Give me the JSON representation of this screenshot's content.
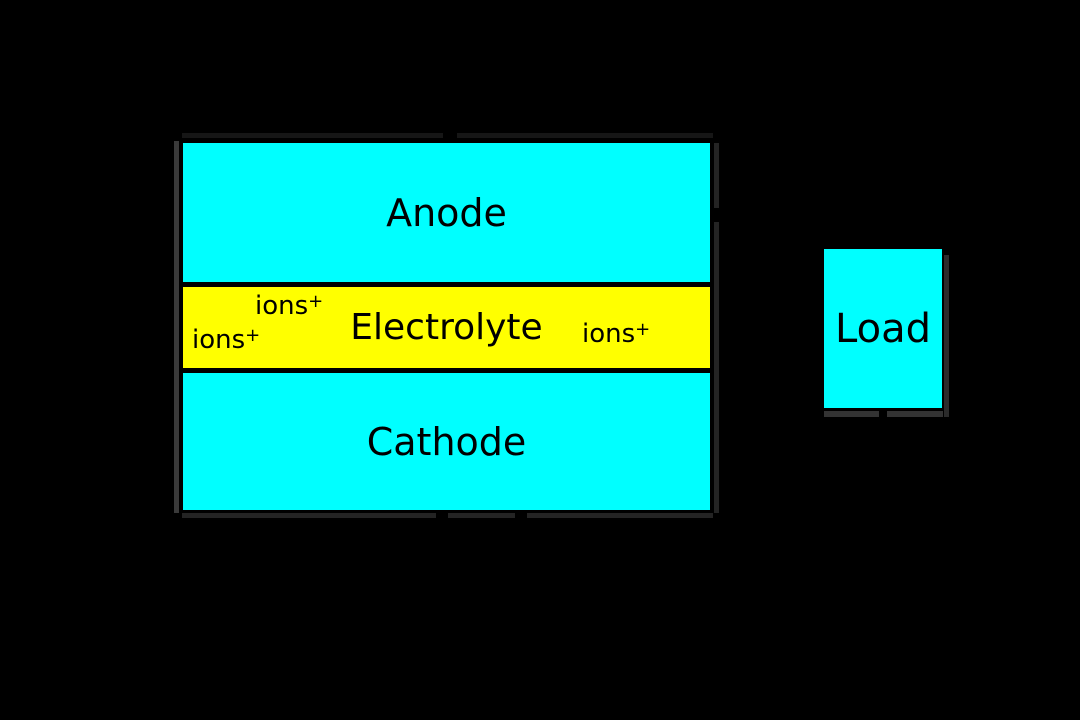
{
  "canvas": {
    "background": "#000000"
  },
  "battery": {
    "anode_label": "Anode",
    "electrolyte_label": "Electrolyte",
    "cathode_label": "Cathode",
    "ions_base": "ions",
    "ions_sup": "+",
    "colors": {
      "electrode_fill": "#00ffff",
      "electrolyte_fill": "#ffff00",
      "border": "#000000",
      "text": "#000000",
      "shadow": "#2e2e2e"
    }
  },
  "load": {
    "label": "Load",
    "colors": {
      "fill": "#00ffff",
      "border": "#000000",
      "text": "#000000"
    }
  }
}
